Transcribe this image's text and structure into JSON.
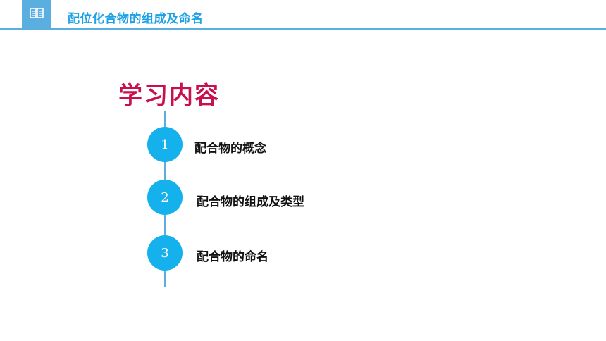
{
  "header": {
    "icon": "book-icon",
    "title": "配位化合物的组成及命名"
  },
  "section": {
    "heading": "学习内容"
  },
  "steps": [
    {
      "number": "1",
      "label": "配合物的概念"
    },
    {
      "number": "2",
      "label": "配合物的组成及类型"
    },
    {
      "number": "3",
      "label": "配合物的命名"
    }
  ],
  "colors": {
    "accent_blue": "#5aaee0",
    "title_blue": "#1da1e6",
    "circle_blue": "#14b1ec",
    "heading_magenta": "#c8104f"
  }
}
